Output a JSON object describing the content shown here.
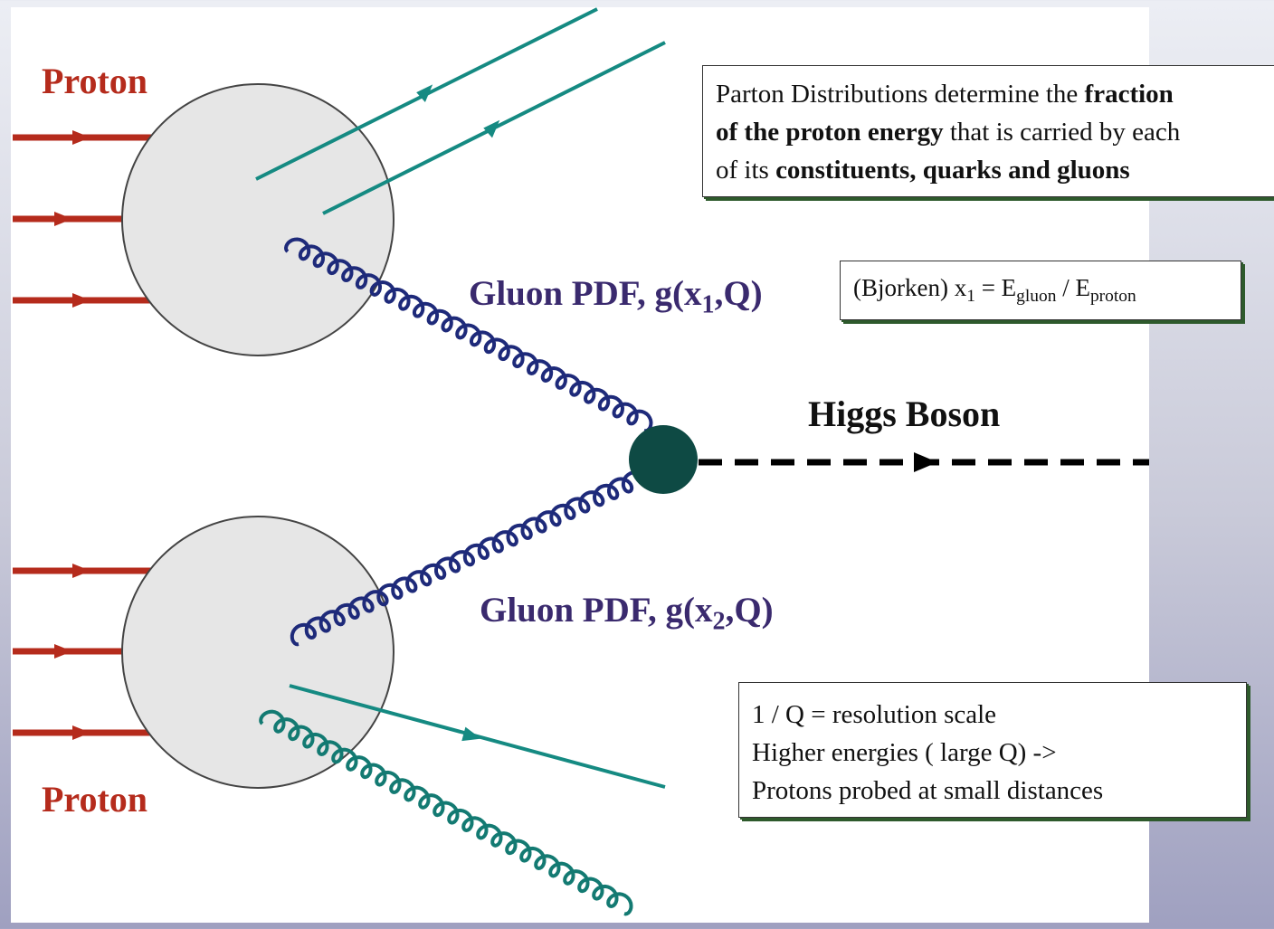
{
  "labels": {
    "proton_top": "Proton",
    "proton_bottom": "Proton",
    "gluon_pdf_1_prefix": "Gluon PDF, g(x",
    "gluon_pdf_1_sub": "1",
    "gluon_pdf_1_suffix": ",Q)",
    "gluon_pdf_2_prefix": "Gluon PDF, g(x",
    "gluon_pdf_2_sub": "2",
    "gluon_pdf_2_suffix": ",Q)",
    "higgs": "Higgs Boson"
  },
  "box_parton": {
    "line1_text": "Parton Distributions determine the ",
    "line1_bold": "fraction",
    "line2_bold": "of the proton energy",
    "line2_text": " that is carried by each",
    "line3_text": "of its ",
    "line3_bold": "constituents, quarks and gluons"
  },
  "box_bjorken": {
    "prefix": "(Bjorken) x",
    "x_sub": "1",
    "equals": " = E",
    "gluon_sub": "gluon",
    "slash": " / E",
    "proton_sub": "proton"
  },
  "box_resolution": {
    "line1": "1 / Q = resolution scale",
    "line2": "Higher energies ( large Q) ->",
    "line3": "Protons probed at small distances"
  },
  "colors": {
    "proton": "#b52b1c",
    "gluon_pdf": "#3a2a6e",
    "quark_line": "#158a82",
    "gluon_blue": "#1e2a7a",
    "gluon_teal": "#137a72",
    "vertex": "#0e4a44",
    "box_shadow": "#2e5a2c"
  }
}
